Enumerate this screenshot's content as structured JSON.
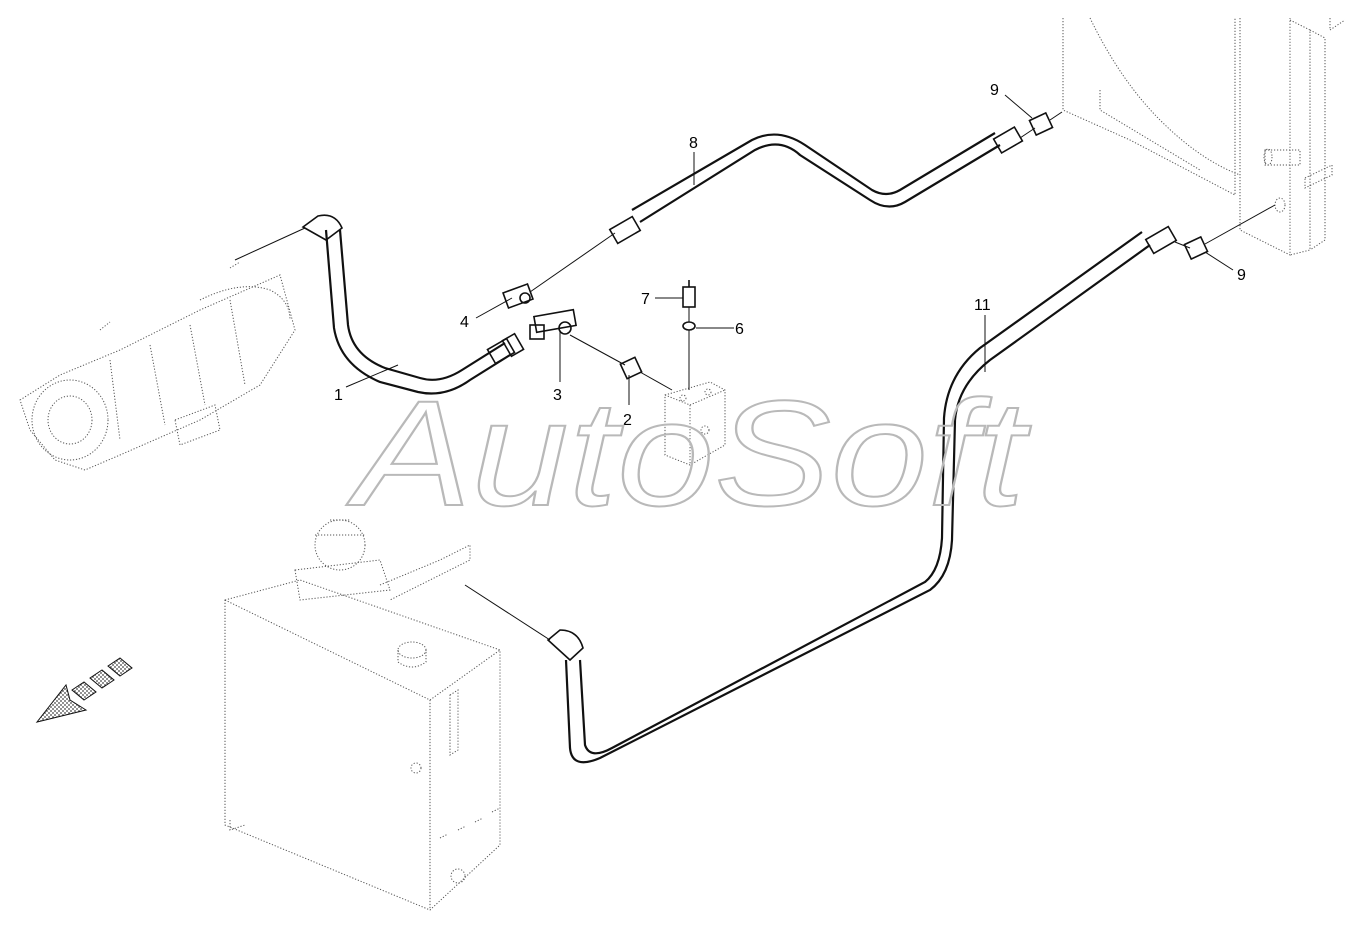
{
  "watermark": "AutoSoft",
  "callouts": [
    {
      "id": "c1",
      "label": "1"
    },
    {
      "id": "c2",
      "label": "2"
    },
    {
      "id": "c3",
      "label": "3"
    },
    {
      "id": "c4",
      "label": "4"
    },
    {
      "id": "c6",
      "label": "6"
    },
    {
      "id": "c7",
      "label": "7"
    },
    {
      "id": "c8",
      "label": "8"
    },
    {
      "id": "c9a",
      "label": "9"
    },
    {
      "id": "c9b",
      "label": "9"
    },
    {
      "id": "c11",
      "label": "11"
    }
  ],
  "colors": {
    "line": "#111111",
    "watermark": "#b9b9b9",
    "hatch": "#555555"
  }
}
